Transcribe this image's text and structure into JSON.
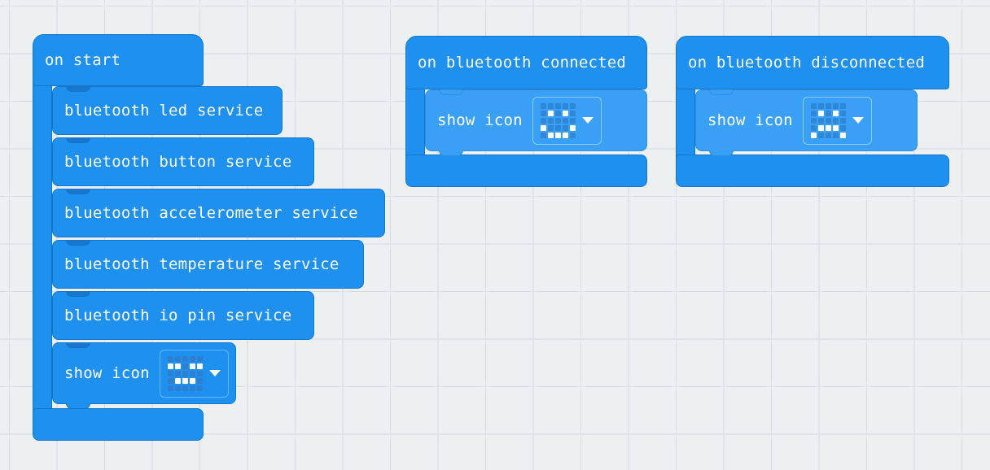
{
  "workspace": {
    "name": "makecode-blocks-workspace",
    "background_color": "#edf0f1",
    "grid_color": "#dfe3e5",
    "block_color": "#1e90f0",
    "block_color_highlight": "#3aa0f5",
    "block_border_color": "#1477c6",
    "text_color": "#ffffff"
  },
  "icon_patterns": {
    "happy": [
      [
        0,
        0,
        0,
        0,
        0
      ],
      [
        1,
        1,
        0,
        1,
        1
      ],
      [
        0,
        0,
        0,
        0,
        0
      ],
      [
        0,
        1,
        1,
        1,
        0
      ],
      [
        0,
        0,
        0,
        0,
        0
      ]
    ],
    "smiley": [
      [
        0,
        0,
        0,
        0,
        0
      ],
      [
        0,
        1,
        0,
        1,
        0
      ],
      [
        0,
        0,
        0,
        0,
        0
      ],
      [
        1,
        0,
        0,
        0,
        1
      ],
      [
        0,
        1,
        1,
        1,
        0
      ]
    ],
    "sad": [
      [
        0,
        0,
        0,
        0,
        0
      ],
      [
        0,
        1,
        0,
        1,
        0
      ],
      [
        0,
        0,
        0,
        0,
        0
      ],
      [
        0,
        1,
        1,
        1,
        0
      ],
      [
        1,
        0,
        0,
        0,
        1
      ]
    ]
  },
  "stacks": [
    {
      "id": "on-start-stack",
      "hat": {
        "label": "on start"
      },
      "children": [
        {
          "label": "bluetooth led service"
        },
        {
          "label": "bluetooth button service"
        },
        {
          "label": "bluetooth accelerometer service"
        },
        {
          "label": "bluetooth temperature service"
        },
        {
          "label": "bluetooth io pin service"
        },
        {
          "label": "show icon",
          "field": {
            "type": "led-matrix",
            "icon": "happy",
            "dropdown": "chevron-down-icon"
          }
        }
      ]
    },
    {
      "id": "on-bluetooth-connected-stack",
      "hat": {
        "label": "on bluetooth connected"
      },
      "children": [
        {
          "label": "show icon",
          "highlighted": true,
          "field": {
            "type": "led-matrix",
            "icon": "smiley",
            "dropdown": "chevron-down-icon"
          }
        }
      ]
    },
    {
      "id": "on-bluetooth-disconnected-stack",
      "hat": {
        "label": "on bluetooth disconnected"
      },
      "children": [
        {
          "label": "show icon",
          "highlighted": true,
          "field": {
            "type": "led-matrix",
            "icon": "sad",
            "dropdown": "chevron-down-icon"
          }
        }
      ]
    }
  ]
}
